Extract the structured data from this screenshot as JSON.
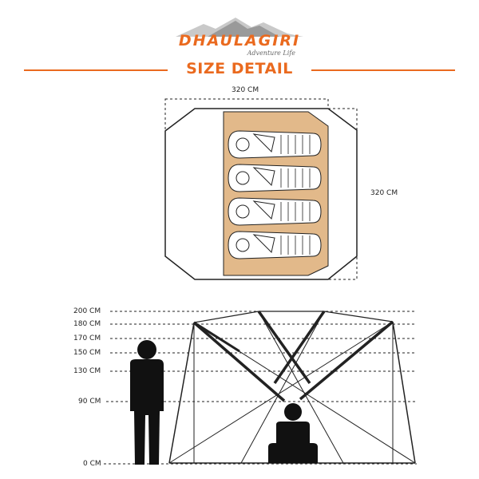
{
  "brand": {
    "name": "DHAULAGIRI",
    "tagline": "Adventure Life"
  },
  "title": "SIZE DETAIL",
  "floor_plan": {
    "width_label": "320 CM",
    "depth_label": "320 CM",
    "sleeping_bags": 4
  },
  "side_view": {
    "height_labels": [
      "200 CM",
      "180 CM",
      "170 CM",
      "150 CM",
      "130 CM",
      "90 CM",
      "0 CM"
    ]
  },
  "colors": {
    "accent": "#ea6a1f",
    "floor_fill": "#e2b98a",
    "bag_fill": "#ffffff",
    "line": "#222222"
  }
}
